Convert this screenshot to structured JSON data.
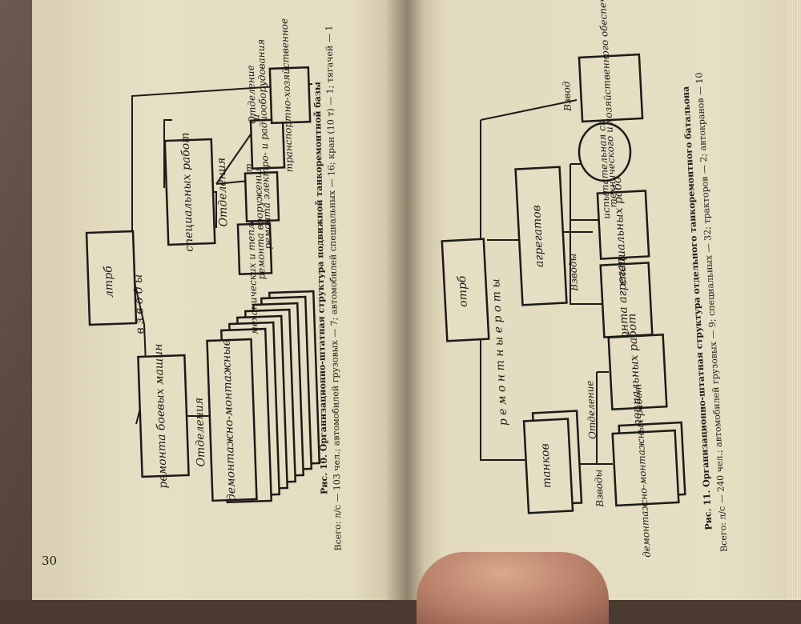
{
  "page_number": "30",
  "left_figure": {
    "top_unit": "лтрб",
    "group_label": "в з в о д ы",
    "platoon_repair": "ремонта боевых машин",
    "platoon_special": "специальных работ",
    "dept_assembly_label": "Отделения",
    "dept_assembly_box": "демонтажно-монтажные",
    "dept_group_label": "Отделения",
    "transport_label": "Отделение",
    "departments": [
      "механических и тепловых работ",
      "ремонта вооружения и оптики",
      "ремонта электро- и радиооборудования",
      "транспортно-хозяйственное"
    ],
    "caption_title": "Рис. 10. Организационно-штатная структура подвижной танкоремонтной базы",
    "caption_text": "Всего: л/с — 103 чел.; автомобилей грузовых — 7; автомобилей специальных — 16; кран (10 т) — 1; тягачей — 1"
  },
  "right_figure": {
    "top_unit": "отрб",
    "group_label": "р е м о н т н ы е   р о т ы",
    "company_aggregates": "агрегатов",
    "company_tanks": "танков",
    "platoons_label_top": "Взводы",
    "platoons_label_bottom": "Взводы",
    "platoon_tech": "технического и хозяйственного обеспечения",
    "platoon_tech_label": "Взвод",
    "test_station": "испытательная станция",
    "platoon_special_1": "специальных работ",
    "platoon_aggregates": "ремонта агрегатов",
    "dept_label": "Отделение",
    "dept_special": "специальных работ",
    "platoon_assembly": "демонтажно-монтажных работ",
    "caption_title": "Рис. 11. Организационно-штатная структура отдельного танкоремонтного батальона",
    "caption_text": "Всего: л/с — 240 чел.; автомобилей грузовых — 9; специальных — 32; тракторов — 2; автокранов — 10"
  }
}
